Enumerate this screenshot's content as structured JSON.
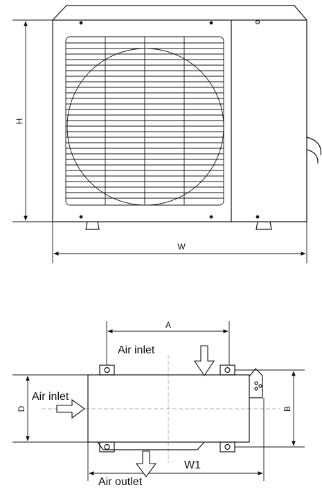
{
  "front_view": {
    "dim_height": "H",
    "dim_width": "W"
  },
  "top_view": {
    "dim_a": "A",
    "dim_b": "B",
    "dim_d": "D",
    "dim_w1": "W1",
    "air_inlet_top": "Air inlet",
    "air_inlet_left": "Air inlet",
    "air_outlet": "Air outlet"
  },
  "colors": {
    "line": "#111111",
    "centerline": "#9a9a9a",
    "background": "#ffffff"
  }
}
